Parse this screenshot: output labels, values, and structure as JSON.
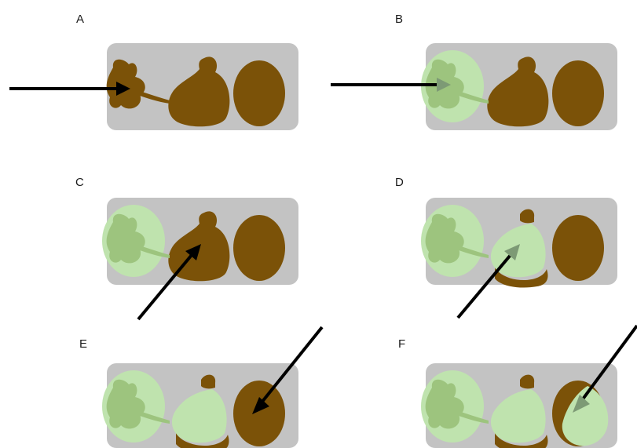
{
  "panels": {
    "a": {
      "label": "A"
    },
    "b": {
      "label": "B"
    },
    "c": {
      "label": "C"
    },
    "d": {
      "label": "D"
    },
    "e": {
      "label": "E"
    },
    "f": {
      "label": "F"
    }
  },
  "colors": {
    "box": "#c3c3c3",
    "tissue": "#7b5208",
    "infection": "#bfe3ae",
    "arrow": "#000000"
  }
}
